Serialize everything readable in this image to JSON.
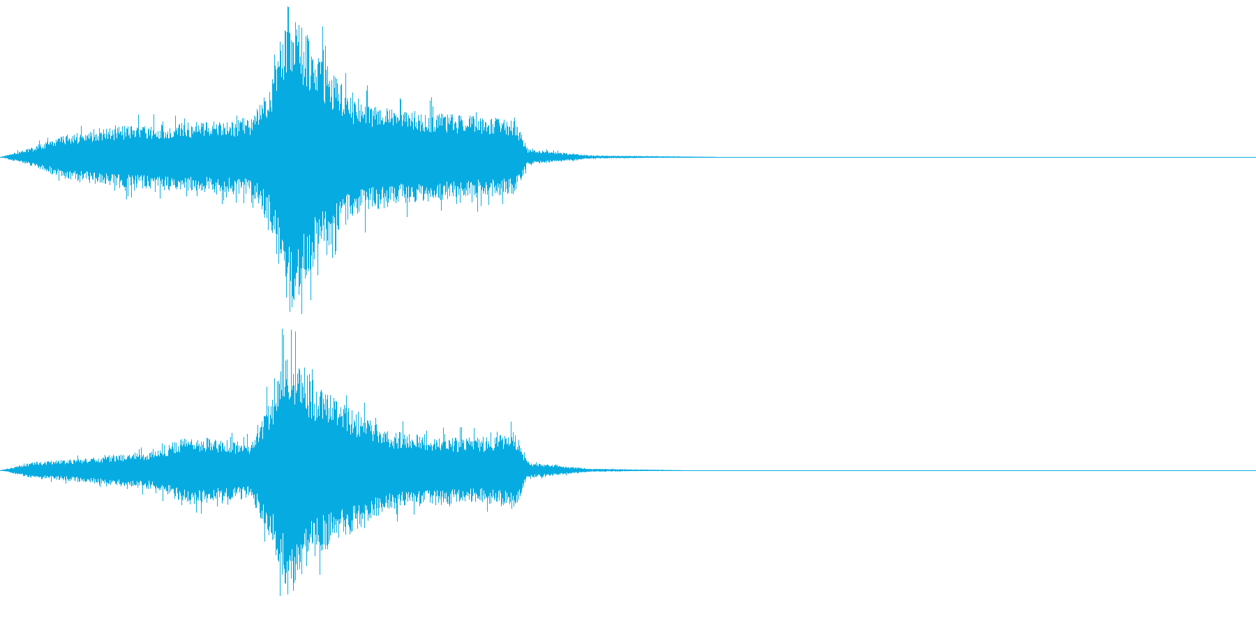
{
  "waveform": {
    "color": "#06ace1",
    "background": "#ffffff",
    "channels": [
      {
        "name": "",
        "envelope_peak_fraction": 1.0,
        "events": [
          {
            "t": 0.0,
            "upper": 0.0,
            "lower": 0.0
          },
          {
            "t": 0.025,
            "upper": 0.06,
            "lower": 0.06
          },
          {
            "t": 0.05,
            "upper": 0.14,
            "lower": 0.14
          },
          {
            "t": 0.1,
            "upper": 0.2,
            "lower": 0.2
          },
          {
            "t": 0.15,
            "upper": 0.22,
            "lower": 0.22
          },
          {
            "t": 0.2,
            "upper": 0.24,
            "lower": 0.24
          },
          {
            "t": 0.215,
            "upper": 0.45,
            "lower": 0.45
          },
          {
            "t": 0.23,
            "upper": 1.0,
            "lower": 1.0
          },
          {
            "t": 0.25,
            "upper": 0.7,
            "lower": 0.7
          },
          {
            "t": 0.28,
            "upper": 0.38,
            "lower": 0.38
          },
          {
            "t": 0.32,
            "upper": 0.3,
            "lower": 0.3
          },
          {
            "t": 0.38,
            "upper": 0.26,
            "lower": 0.26
          },
          {
            "t": 0.41,
            "upper": 0.24,
            "lower": 0.24
          },
          {
            "t": 0.42,
            "upper": 0.05,
            "lower": 0.05
          },
          {
            "t": 0.47,
            "upper": 0.01,
            "lower": 0.01
          },
          {
            "t": 0.58,
            "upper": 0.0,
            "lower": 0.0
          },
          {
            "t": 1.0,
            "upper": 0.0,
            "lower": 0.0
          }
        ]
      },
      {
        "name": "",
        "envelope_peak_fraction": 0.82,
        "events": [
          {
            "t": 0.0,
            "upper": 0.0,
            "lower": 0.0
          },
          {
            "t": 0.025,
            "upper": 0.05,
            "lower": 0.05
          },
          {
            "t": 0.07,
            "upper": 0.08,
            "lower": 0.08
          },
          {
            "t": 0.12,
            "upper": 0.12,
            "lower": 0.12
          },
          {
            "t": 0.15,
            "upper": 0.22,
            "lower": 0.22
          },
          {
            "t": 0.2,
            "upper": 0.18,
            "lower": 0.18
          },
          {
            "t": 0.215,
            "upper": 0.45,
            "lower": 0.45
          },
          {
            "t": 0.23,
            "upper": 0.82,
            "lower": 0.82
          },
          {
            "t": 0.25,
            "upper": 0.55,
            "lower": 0.55
          },
          {
            "t": 0.29,
            "upper": 0.35,
            "lower": 0.35
          },
          {
            "t": 0.31,
            "upper": 0.25,
            "lower": 0.25
          },
          {
            "t": 0.38,
            "upper": 0.2,
            "lower": 0.2
          },
          {
            "t": 0.41,
            "upper": 0.25,
            "lower": 0.25
          },
          {
            "t": 0.42,
            "upper": 0.05,
            "lower": 0.05
          },
          {
            "t": 0.47,
            "upper": 0.01,
            "lower": 0.01
          },
          {
            "t": 0.55,
            "upper": 0.0,
            "lower": 0.0
          },
          {
            "t": 1.0,
            "upper": 0.0,
            "lower": 0.0
          }
        ]
      }
    ]
  }
}
